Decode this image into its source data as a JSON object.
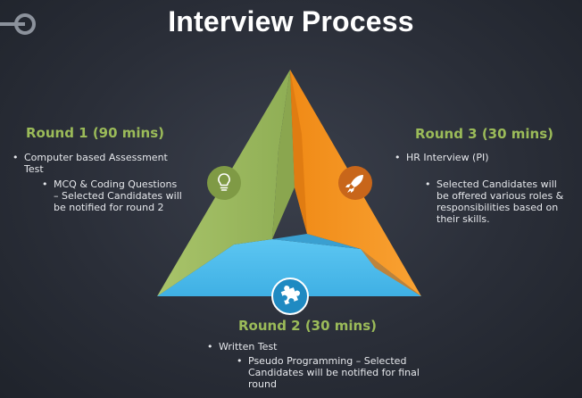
{
  "title": "Interview Process",
  "colors": {
    "background": "#2a2e38",
    "round1": "#9bbb59",
    "round2": "#4bb8e8",
    "round3": "#f39220",
    "heading": "#9bbb59"
  },
  "rounds": [
    {
      "heading": "Round 1 (90 mins)",
      "icon": "lightbulb-icon",
      "items": [
        "Computer based Assessment Test",
        "MCQ & Coding Questions – Selected Candidates will be notified for round 2"
      ]
    },
    {
      "heading": "Round 2 (30 mins)",
      "icon": "puzzle-icon",
      "items": [
        "Written Test",
        "Pseudo Programming – Selected Candidates will be notified for final round"
      ]
    },
    {
      "heading": "Round 3 (30 mins)",
      "icon": "rocket-icon",
      "items": [
        "HR Interview (PI)",
        "Selected Candidates will be offered various roles & responsibilities based on their skills."
      ]
    }
  ]
}
